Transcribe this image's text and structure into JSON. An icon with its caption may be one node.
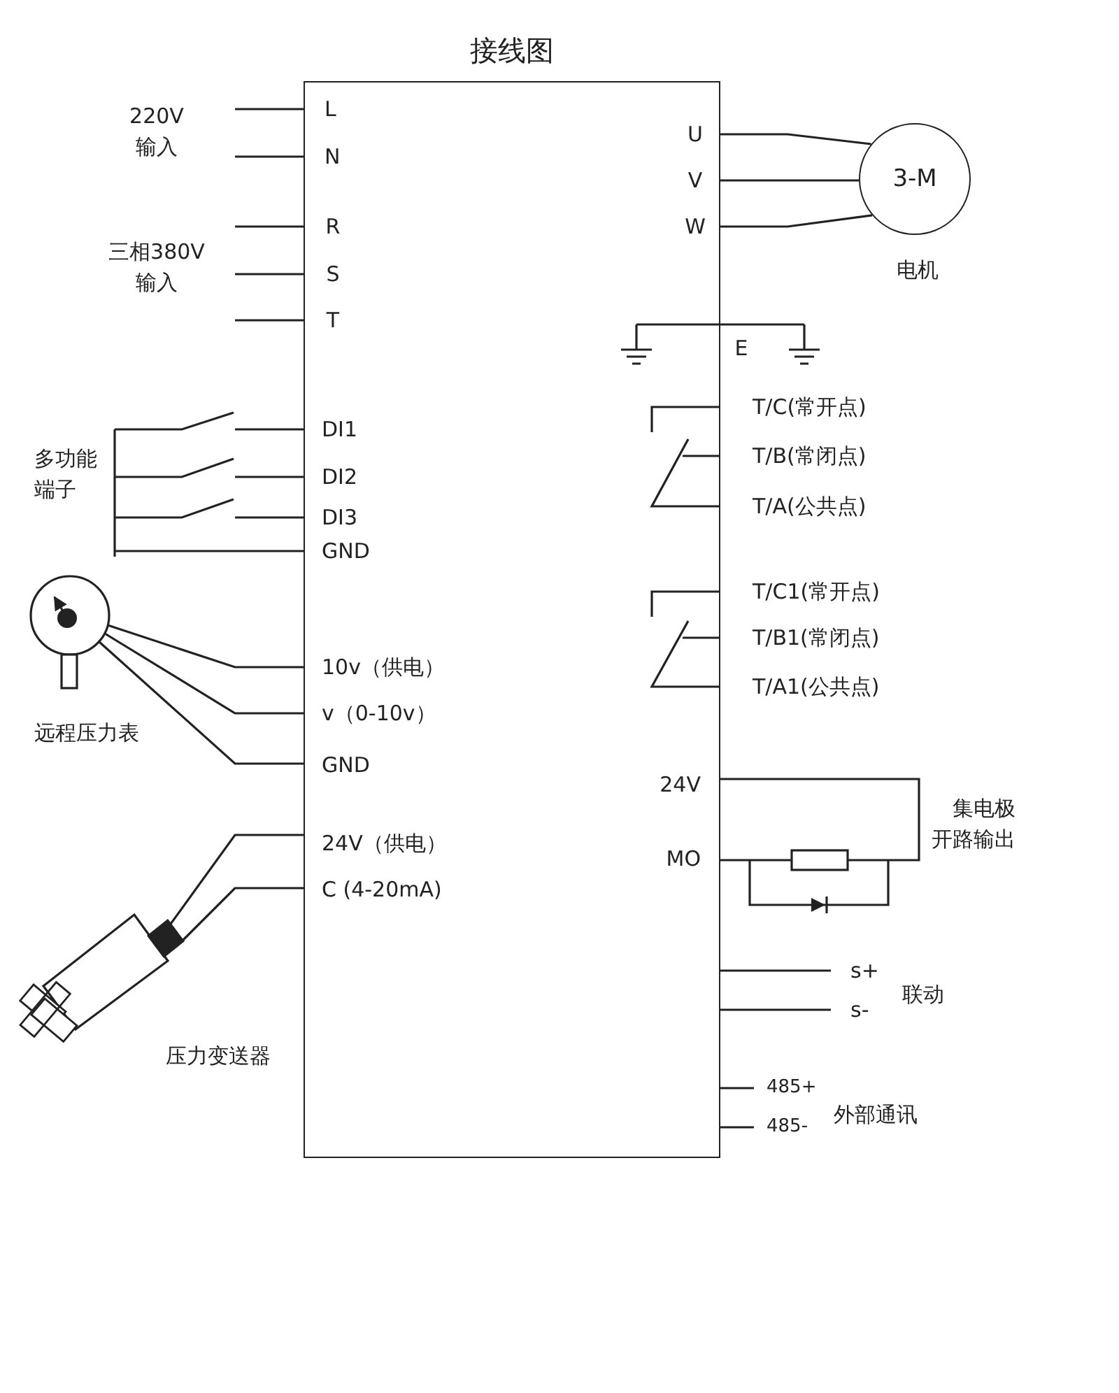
{
  "diagram": {
    "title": "接线图",
    "nodes": [
      {
        "text": [],
        "shape": "box"
      },
      {
        "text": [
          "3-M"
        ],
        "beside": [
          "电机"
        ]
      },
      {
        "text": [],
        "shape": "picture",
        "beside": [
          "远程压力表"
        ]
      },
      {
        "text": [],
        "shape": "picture",
        "beside": [
          "压力变送器"
        ]
      }
    ],
    "edges": [
      {
        "from": 0,
        "to": 1,
        "arrow": "none"
      },
      {
        "from": 0,
        "to": 1,
        "arrow": "none"
      },
      {
        "from": 0,
        "to": 1,
        "arrow": "none"
      },
      {
        "from": 2,
        "to": 0,
        "arrow": "none"
      },
      {
        "from": 2,
        "to": 0,
        "arrow": "none"
      },
      {
        "from": 2,
        "to": 0,
        "arrow": "none"
      },
      {
        "from": 3,
        "to": 0,
        "arrow": "none"
      },
      {
        "from": 3,
        "to": 0,
        "arrow": "none"
      }
    ],
    "labels": [
      "220V 输入",
      "L",
      "N",
      "U",
      "V",
      "W",
      "R",
      "三相380V 输入",
      "S",
      "T",
      "E",
      "T/C(常开点)",
      "DI1",
      "多功能端子",
      "T/B(常闭点)",
      "DI2",
      "T/A(公共点)",
      "DI3",
      "GND",
      "T/C1(常开点)",
      "T/B1(常闭点)",
      "10v（供电）",
      "T/A1(公共点)",
      "v（0-10v）",
      "GND",
      "24V",
      "集电极开路输出",
      "24V（供电）",
      "MO",
      "C (4-20mA)",
      "s+",
      "联动",
      "s-",
      "485+",
      "外部通讯",
      "485-"
    ]
  }
}
